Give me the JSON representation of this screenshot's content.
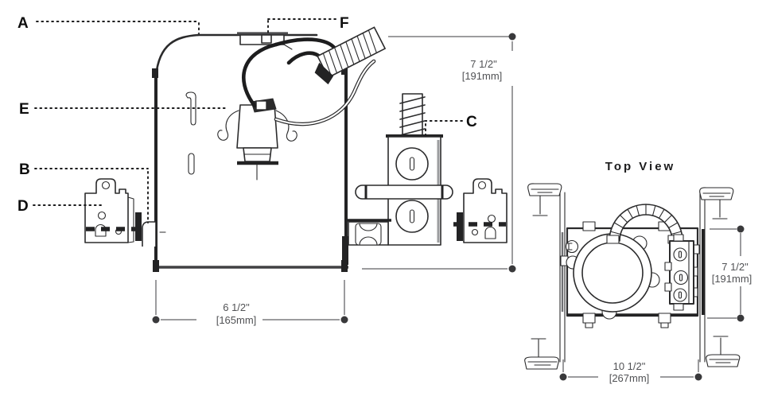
{
  "title": "Top View",
  "labels": {
    "a": "A",
    "b": "B",
    "c": "C",
    "d": "D",
    "e": "E",
    "f": "F"
  },
  "side_view": {
    "width_in": "6 1/2\"",
    "width_mm": "[165mm]",
    "height_in": "7 1/2\"",
    "height_mm": "[191mm]"
  },
  "top_view": {
    "width_in": "10 1/2\"",
    "width_mm": "[267mm]",
    "height_in": "7 1/2\"",
    "height_mm": "[191mm]"
  },
  "colors": {
    "line_art": "#2b2b2c",
    "dimension_line": "#7b7c7f",
    "dimension_dot": "#39393b",
    "label_text": "#0e0e0e",
    "background": "#ffffff"
  }
}
